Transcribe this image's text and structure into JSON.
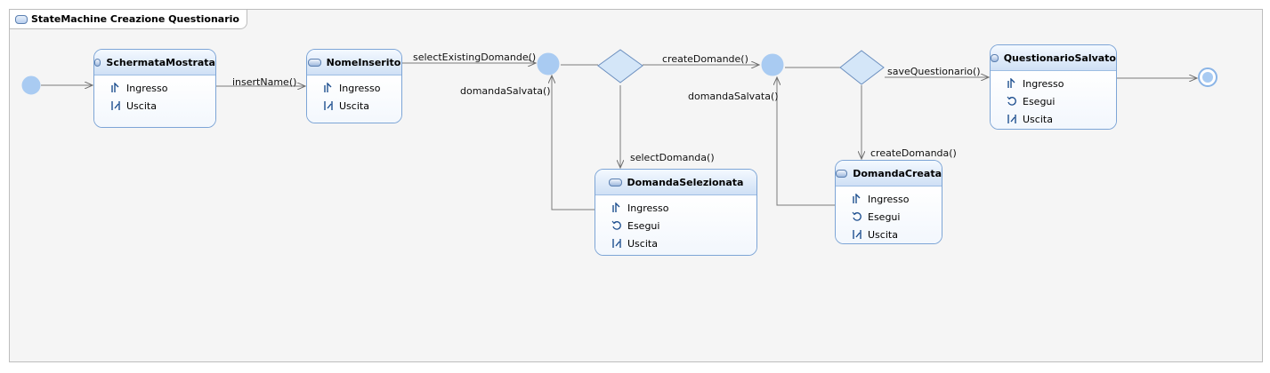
{
  "diagram": {
    "title": "StateMachine Creazione Questionario",
    "colors": {
      "state_border": "#7da5d6",
      "pseudo_fill": "#a9cbf2",
      "edge": "#7a7a7a"
    }
  },
  "states": {
    "schermata": {
      "name": "SchermataMostrata",
      "activities": [
        "Ingresso",
        "Uscita"
      ]
    },
    "nome": {
      "name": "NomeInserito",
      "activities": [
        "Ingresso",
        "Uscita"
      ]
    },
    "selezionata": {
      "name": "DomandaSelezionata",
      "activities": [
        "Ingresso",
        "Esegui",
        "Uscita"
      ]
    },
    "creata": {
      "name": "DomandaCreata",
      "activities": [
        "Ingresso",
        "Esegui",
        "Uscita"
      ]
    },
    "salvato": {
      "name": "QuestionarioSalvato",
      "activities": [
        "Ingresso",
        "Esegui",
        "Uscita"
      ]
    }
  },
  "transitions": {
    "insert_name": "insertName()",
    "select_existing": "selectExistingDomande()",
    "domanda_salvata_1": "domandaSalvata()",
    "create_domande": "createDomande()",
    "select_domanda": "selectDomanda()",
    "domanda_salvata_2": "domandaSalvata()",
    "save_questionario": "saveQuestionario()",
    "create_domanda": "createDomanda()"
  },
  "icons": {
    "entry": "entry-action-icon",
    "do": "do-action-icon",
    "exit": "exit-action-icon",
    "state": "state-icon"
  }
}
